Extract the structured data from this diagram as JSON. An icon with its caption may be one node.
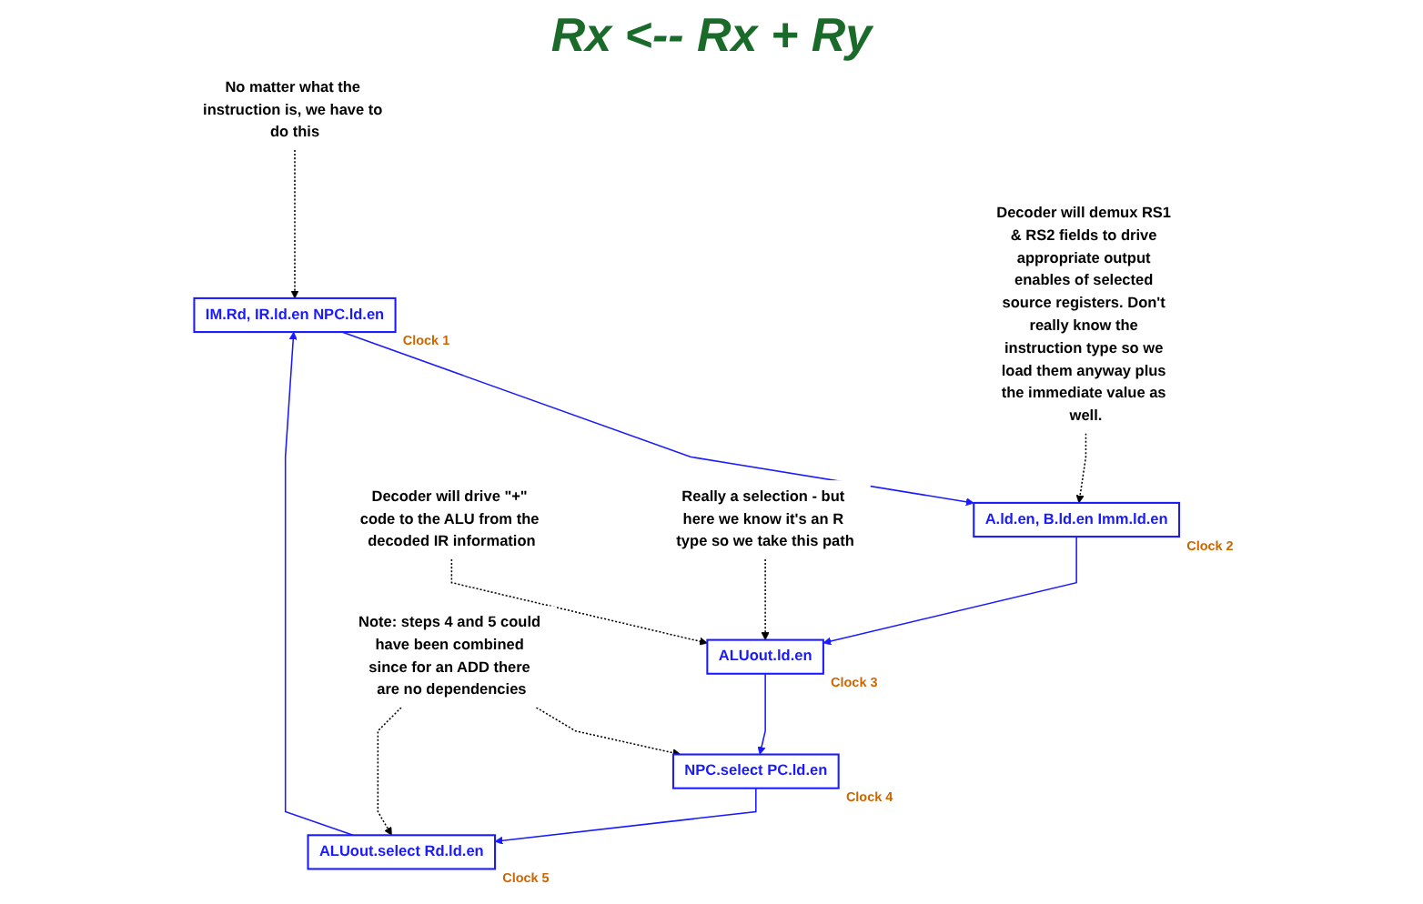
{
  "diagram": {
    "title": "Rx <-- Rx + Ry",
    "nodes": [
      {
        "text": [
          "IM.Rd, IR.ld.en NPC.ld.en"
        ],
        "beside": [
          "Clock 1"
        ]
      },
      {
        "text": [
          "A.ld.en, B.ld.en Imm.ld.en"
        ],
        "beside": [
          "Clock 2"
        ]
      },
      {
        "text": [
          "ALUout.ld.en"
        ],
        "beside": [
          "Clock 3"
        ]
      },
      {
        "text": [
          "NPC.select PC.ld.en"
        ],
        "beside": [
          "Clock 4"
        ]
      },
      {
        "text": [
          "ALUout.select Rd.ld.en"
        ],
        "beside": [
          "Clock 5"
        ]
      },
      {
        "text": [
          "No matter what the instruction is, we have to do this"
        ]
      },
      {
        "text": [
          "Decoder will demux RS1 & RS2 fields to drive appropriate output enables of selected source registers. Don't really know the instruction type so we load them anyway plus the immediate value as well."
        ]
      },
      {
        "text": [
          "Really a selection - but here we know it's an R type so we take this path"
        ]
      },
      {
        "text": [
          "Decoder will drive \"+\" code to the ALU from the decoded IR information"
        ]
      },
      {
        "text": [
          "Note: steps 4 and 5 could have been combined since for an ADD there are no dependencies"
        ]
      }
    ],
    "edges": [
      {
        "from": 0,
        "to": 1,
        "arrow": "to",
        "color": "#1a1aff"
      },
      {
        "from": 1,
        "to": 2,
        "arrow": "to",
        "color": "#1a1aff"
      },
      {
        "from": 2,
        "to": 3,
        "arrow": "to",
        "color": "#1a1aff"
      },
      {
        "from": 3,
        "to": 4,
        "arrow": "to",
        "color": "#1a1aff"
      },
      {
        "from": 4,
        "to": 0,
        "arrow": "to",
        "color": "#1a1aff"
      },
      {
        "from": 5,
        "to": 0,
        "arrow": "to",
        "style": "dashed"
      },
      {
        "from": 6,
        "to": 1,
        "arrow": "to",
        "style": "dashed"
      },
      {
        "from": 7,
        "to": 2,
        "arrow": "to",
        "style": "dashed"
      },
      {
        "from": 8,
        "to": 2,
        "arrow": "to",
        "style": "dashed"
      },
      {
        "from": 9,
        "to": 3,
        "arrow": "to",
        "style": "dashed"
      },
      {
        "from": 9,
        "to": 4,
        "arrow": "to",
        "style": "dashed"
      }
    ]
  }
}
